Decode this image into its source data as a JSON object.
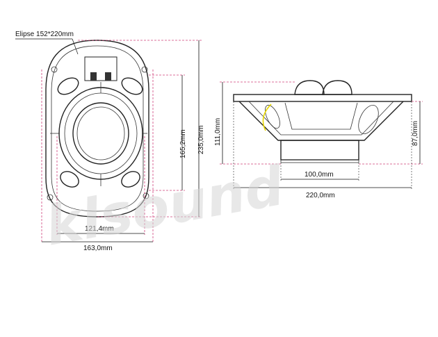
{
  "diagram": {
    "watermark": "klsound",
    "front_view": {
      "shape_label": "Elipse 152*220mm",
      "dimensions": {
        "inner_width": "121,4mm",
        "outer_width": "163,0mm",
        "hole_height": "165,2mm",
        "outer_height": "235,0mm"
      }
    },
    "side_view": {
      "dimensions": {
        "total_depth": "111,0mm",
        "mount_depth": "87,0mm",
        "magnet_width": "100,0mm",
        "frame_width": "220,0mm"
      }
    },
    "colors": {
      "line": "#222222",
      "dim_guide": "#d0407a",
      "wire_accent": "#e8d800",
      "watermark": "#d6d6d6"
    }
  }
}
